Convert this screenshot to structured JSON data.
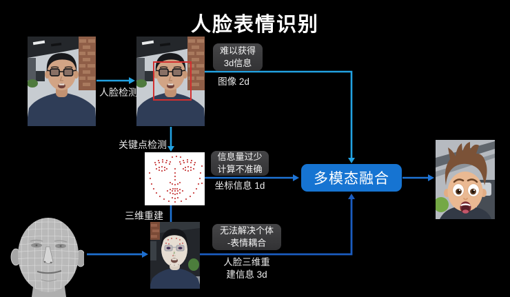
{
  "title": "人脸表情识别",
  "pipeline": {
    "face_detection_label": "人脸检测",
    "landmark_detection_label": "关键点检测",
    "reconstruction_label": "三维重建",
    "fusion_label": "多模态融合"
  },
  "branch_2d": {
    "note": "难以获得\n3d信息",
    "caption": "图像 2d"
  },
  "branch_1d": {
    "note": "信息量过少\n计算不准确",
    "caption": "坐标信息 1d"
  },
  "branch_3d": {
    "note": "无法解决个体\n-表情耦合",
    "caption": "人脸三维重\n建信息 3d"
  },
  "colors": {
    "background": "#000000",
    "arrow_light_blue": "#22a2e2",
    "arrow_mid_blue": "#1e74d6",
    "arrow_dark_blue": "#1b5cc0",
    "fusion_box_blue": "#1674d2",
    "note_box_gray": "#3c3c3e",
    "face_bbox_red": "#d32f2f",
    "landmark_dot_red": "#c94040"
  }
}
